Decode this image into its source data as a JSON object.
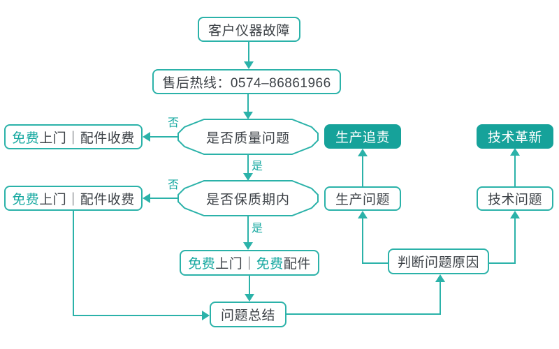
{
  "colors": {
    "line": "#2bb2a9",
    "border": "#2bb2a9",
    "fill": "#16a29a",
    "accent": "#16a8a0",
    "dark": "#3d4247"
  },
  "nodes": {
    "start": {
      "label": "客户仪器故障"
    },
    "hotline": {
      "label": "售后热线：0574–86861966"
    },
    "decision_quality": {
      "label": "是否质量问题"
    },
    "decision_warranty": {
      "label": "是否保质期内"
    },
    "free_visit_paid_parts_top": {
      "accent1": "免费",
      "rest": "上门｜配件收费"
    },
    "free_visit_paid_parts_bottom": {
      "accent1": "免费",
      "rest": "上门｜配件收费"
    },
    "free_visit_free_parts": {
      "accent1": "免费",
      "mid": "上门｜",
      "accent2": "免费",
      "tail": "配件"
    },
    "production_accountability": {
      "label": "生产追责"
    },
    "production_issue": {
      "label": "生产问题"
    },
    "tech_innovation": {
      "label": "技术革新"
    },
    "tech_issue": {
      "label": "技术问题"
    },
    "judge_cause": {
      "label": "判断问题原因"
    },
    "summary": {
      "label": "问题总结"
    }
  },
  "edge_labels": {
    "quality_no": "否",
    "quality_yes": "是",
    "warranty_no": "否",
    "warranty_yes": "是"
  }
}
